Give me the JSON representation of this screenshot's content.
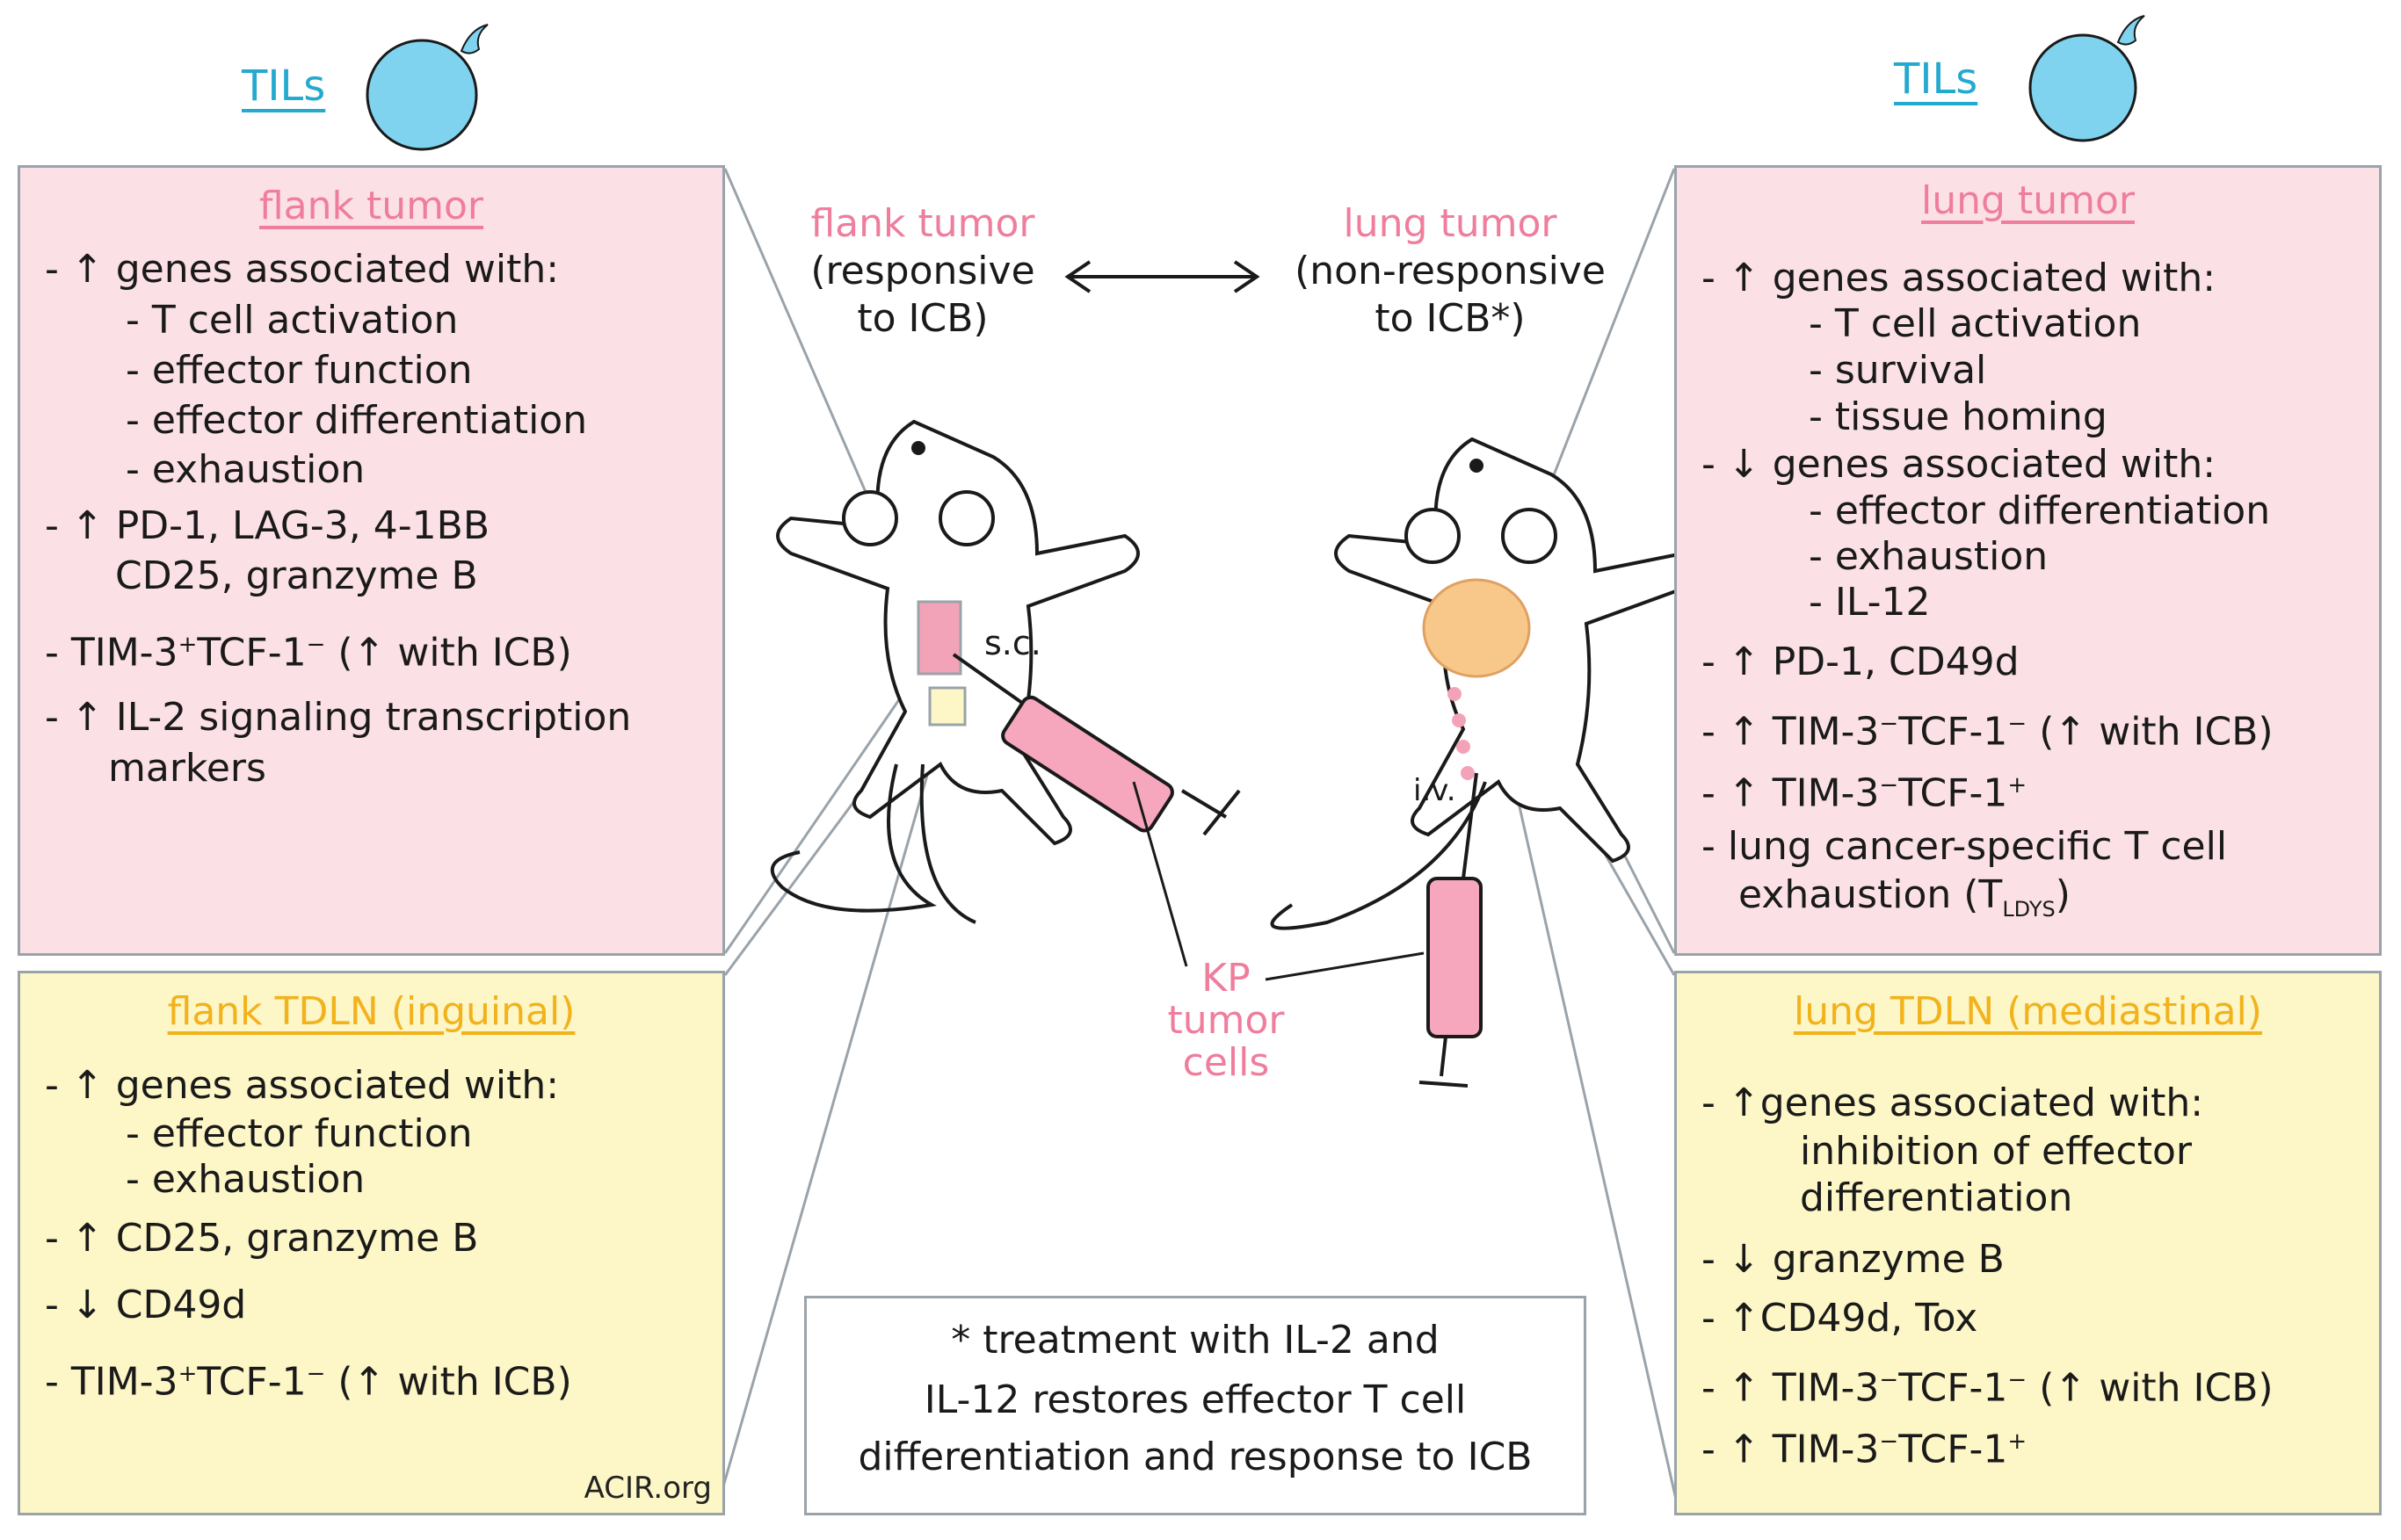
{
  "til_label": "TILs",
  "left_top_box": {
    "title": "flank tumor",
    "lines": [
      "- ↑ genes associated with:",
      "- T cell  activation",
      "- effector function",
      "- effector differentiation",
      "- exhaustion",
      "- ↑ PD-1, LAG-3, 4-1BB",
      "CD25, granzyme B"
    ],
    "tim_prefix": "- TIM-3",
    "tim_sup1": "+",
    "tim_mid": "TCF-1",
    "tim_sup2": "−",
    "tim_suffix": " (↑ with ICB)",
    "il2_1": "- ↑ IL-2 signaling transcription",
    "il2_2": "markers"
  },
  "left_bottom_box": {
    "title": "flank TDLN (inguinal)",
    "lines": [
      "- ↑ genes associated with:",
      "- effector function",
      "- exhaustion",
      "- ↑ CD25, granzyme B",
      "- ↓ CD49d"
    ],
    "tim_prefix": "- TIM-3",
    "tim_sup1": "+",
    "tim_mid": "TCF-1",
    "tim_sup2": "−",
    "tim_suffix": " (↑ with ICB)",
    "footer": "ACIR.org"
  },
  "right_top_box": {
    "title": "lung tumor",
    "lines": [
      "- ↑ genes associated with:",
      "- T cell  activation",
      "- survival",
      "- tissue homing",
      "- ↓ genes associated with:",
      "- effector differentiation",
      "- exhaustion",
      "- IL-12",
      "- ↑  PD-1, CD49d"
    ],
    "tim1_prefix": "- ↑  TIM-3",
    "tim1_sup1": "−",
    "tim1_mid": "TCF-1",
    "tim1_sup2": "−",
    "tim1_suffix": " (↑ with ICB)",
    "tim2_prefix": "- ↑  TIM-3",
    "tim2_sup1": "−",
    "tim2_mid": "TCF-1",
    "tim2_sup2": "+",
    "lc1": "- lung cancer-specific T cell",
    "lc2_prefix": "exhaustion (T",
    "lc2_sub": "LDYS",
    "lc2_suffix": ")"
  },
  "right_bottom_box": {
    "title": "lung TDLN (mediastinal)",
    "lines": [
      "- ↑genes associated with:",
      "inhibition of effector",
      "differentiation",
      "- ↓ granzyme B",
      "- ↑CD49d, Tox"
    ],
    "tim1_prefix": "- ↑  TIM-3",
    "tim1_sup1": "−",
    "tim1_mid": "TCF-1",
    "tim1_sup2": "−",
    "tim1_suffix": " (↑ with ICB)",
    "tim2_prefix": "- ↑  TIM-3",
    "tim2_sup1": "−",
    "tim2_mid": "TCF-1",
    "tim2_sup2": "+"
  },
  "center": {
    "flank_title": "flank tumor",
    "flank_sub1": "(responsive",
    "flank_sub2": "to ICB)",
    "lung_title": "lung tumor",
    "lung_sub1": "(non-responsive",
    "lung_sub2": "to ICB*)",
    "sc_label": "s.c.",
    "iv_label": "i.v.",
    "kp1": "KP",
    "kp2": "tumor",
    "kp3": "cells"
  },
  "note": {
    "line1": "* treatment with IL-2  and",
    "line2": "IL-12 restores effector T cell",
    "line3": "differentiation  and response to ICB"
  },
  "colors": {
    "pink_box": "#fbe1e6",
    "yellow_box": "#fdf6c6",
    "pink_text": "#ef7d9c",
    "yellow_text": "#f2b21c",
    "cyan": "#24a9cf",
    "cell": "#7fd3ee"
  }
}
